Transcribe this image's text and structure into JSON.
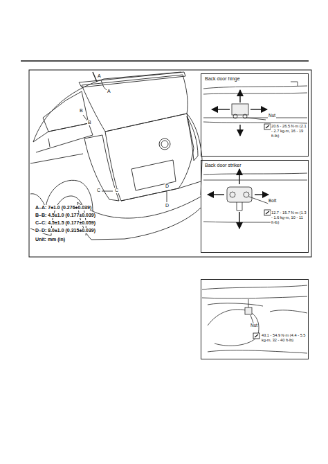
{
  "diagram": {
    "nodes": [
      {
        "text": [
          "Back door hinge",
          "Nut",
          "20.6 - 26.5 N·m (2.1 - 2.7 kg-m, 16 - 19 ft-lb)"
        ]
      },
      {
        "text": [
          "Back door striker",
          "Bolt",
          "12.7 - 15.7 N·m (1.3 - 1.6 kg-m, 10 - 11 ft-lb)"
        ]
      },
      {
        "text": [
          "Nut",
          "43.1 - 54.9 N·m (4.4 - 5.5 kg-m, 32 - 40 ft-lb)"
        ]
      }
    ],
    "labels": [
      "A",
      "A",
      "B",
      "B",
      "C",
      "C",
      "D",
      "D",
      "A–A: 7±1.0 (0.276±0.039)",
      "B–B: 4.5±1.0 (0.177±0.039)",
      "C–C: 4.5±1.5 (0.177±0.059)",
      "D–D: 8.0±1.0 (0.315±0.039)",
      "Unit: mm (in)"
    ]
  }
}
